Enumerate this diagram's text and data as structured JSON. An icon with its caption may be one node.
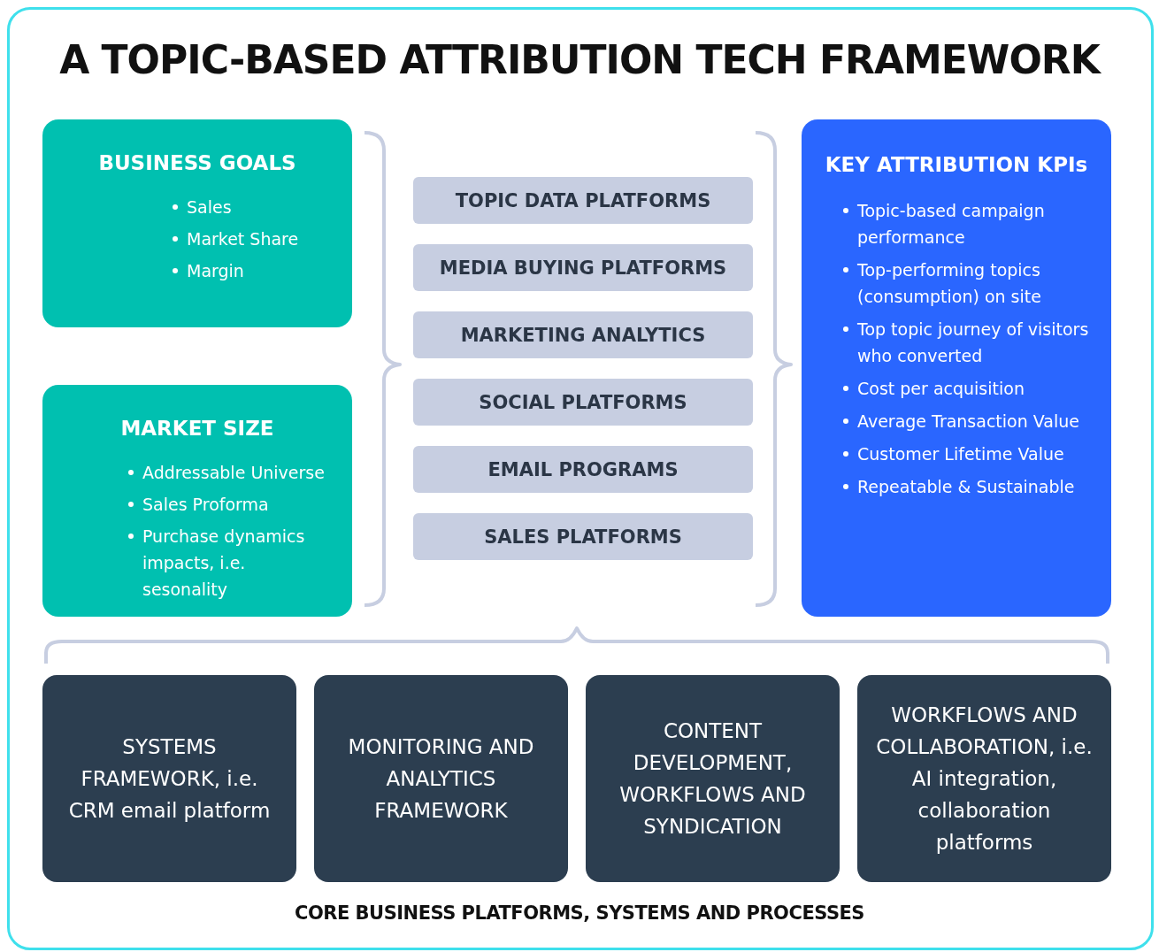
{
  "diagram": {
    "title": "A TOPIC-BASED ATTRIBUTION TECH FRAMEWORK",
    "caption": "CORE BUSINESS PLATFORMS, SYSTEMS AND PROCESSES",
    "nodes": [
      {
        "text": [
          "BUSINESS GOALS",
          "Sales",
          "Market Share",
          "Margin"
        ]
      },
      {
        "text": [
          "MARKET SIZE",
          "Addressable Universe",
          "Sales Proforma",
          "Purchase dynamics impacts, i.e. sesonality"
        ]
      },
      {
        "text": [
          "TOPIC DATA PLATFORMS"
        ]
      },
      {
        "text": [
          "MEDIA BUYING PLATFORMS"
        ]
      },
      {
        "text": [
          "MARKETING ANALYTICS"
        ]
      },
      {
        "text": [
          "SOCIAL PLATFORMS"
        ]
      },
      {
        "text": [
          "EMAIL PROGRAMS"
        ]
      },
      {
        "text": [
          "SALES PLATFORMS"
        ]
      },
      {
        "text": [
          "KEY ATTRIBUTION KPIs",
          "Topic-based campaign performance",
          "Top-performing topics (consumption) on site",
          "Top topic journey of visitors who converted",
          "Cost per acquisition",
          "Average Transaction Value",
          "Customer Lifetime Value",
          "Repeatable & Sustainable"
        ]
      },
      {
        "text": [
          "SYSTEMS FRAMEWORK, i.e. CRM email platform"
        ]
      },
      {
        "text": [
          "MONITORING AND ANALYTICS FRAMEWORK"
        ]
      },
      {
        "text": [
          "CONTENT DEVELOPMENT, WORKFLOWS AND SYNDICATION"
        ]
      },
      {
        "text": [
          "WORKFLOWS AND COLLABORATION, i.e. AI integration, collaboration platforms"
        ]
      }
    ],
    "edges": []
  }
}
